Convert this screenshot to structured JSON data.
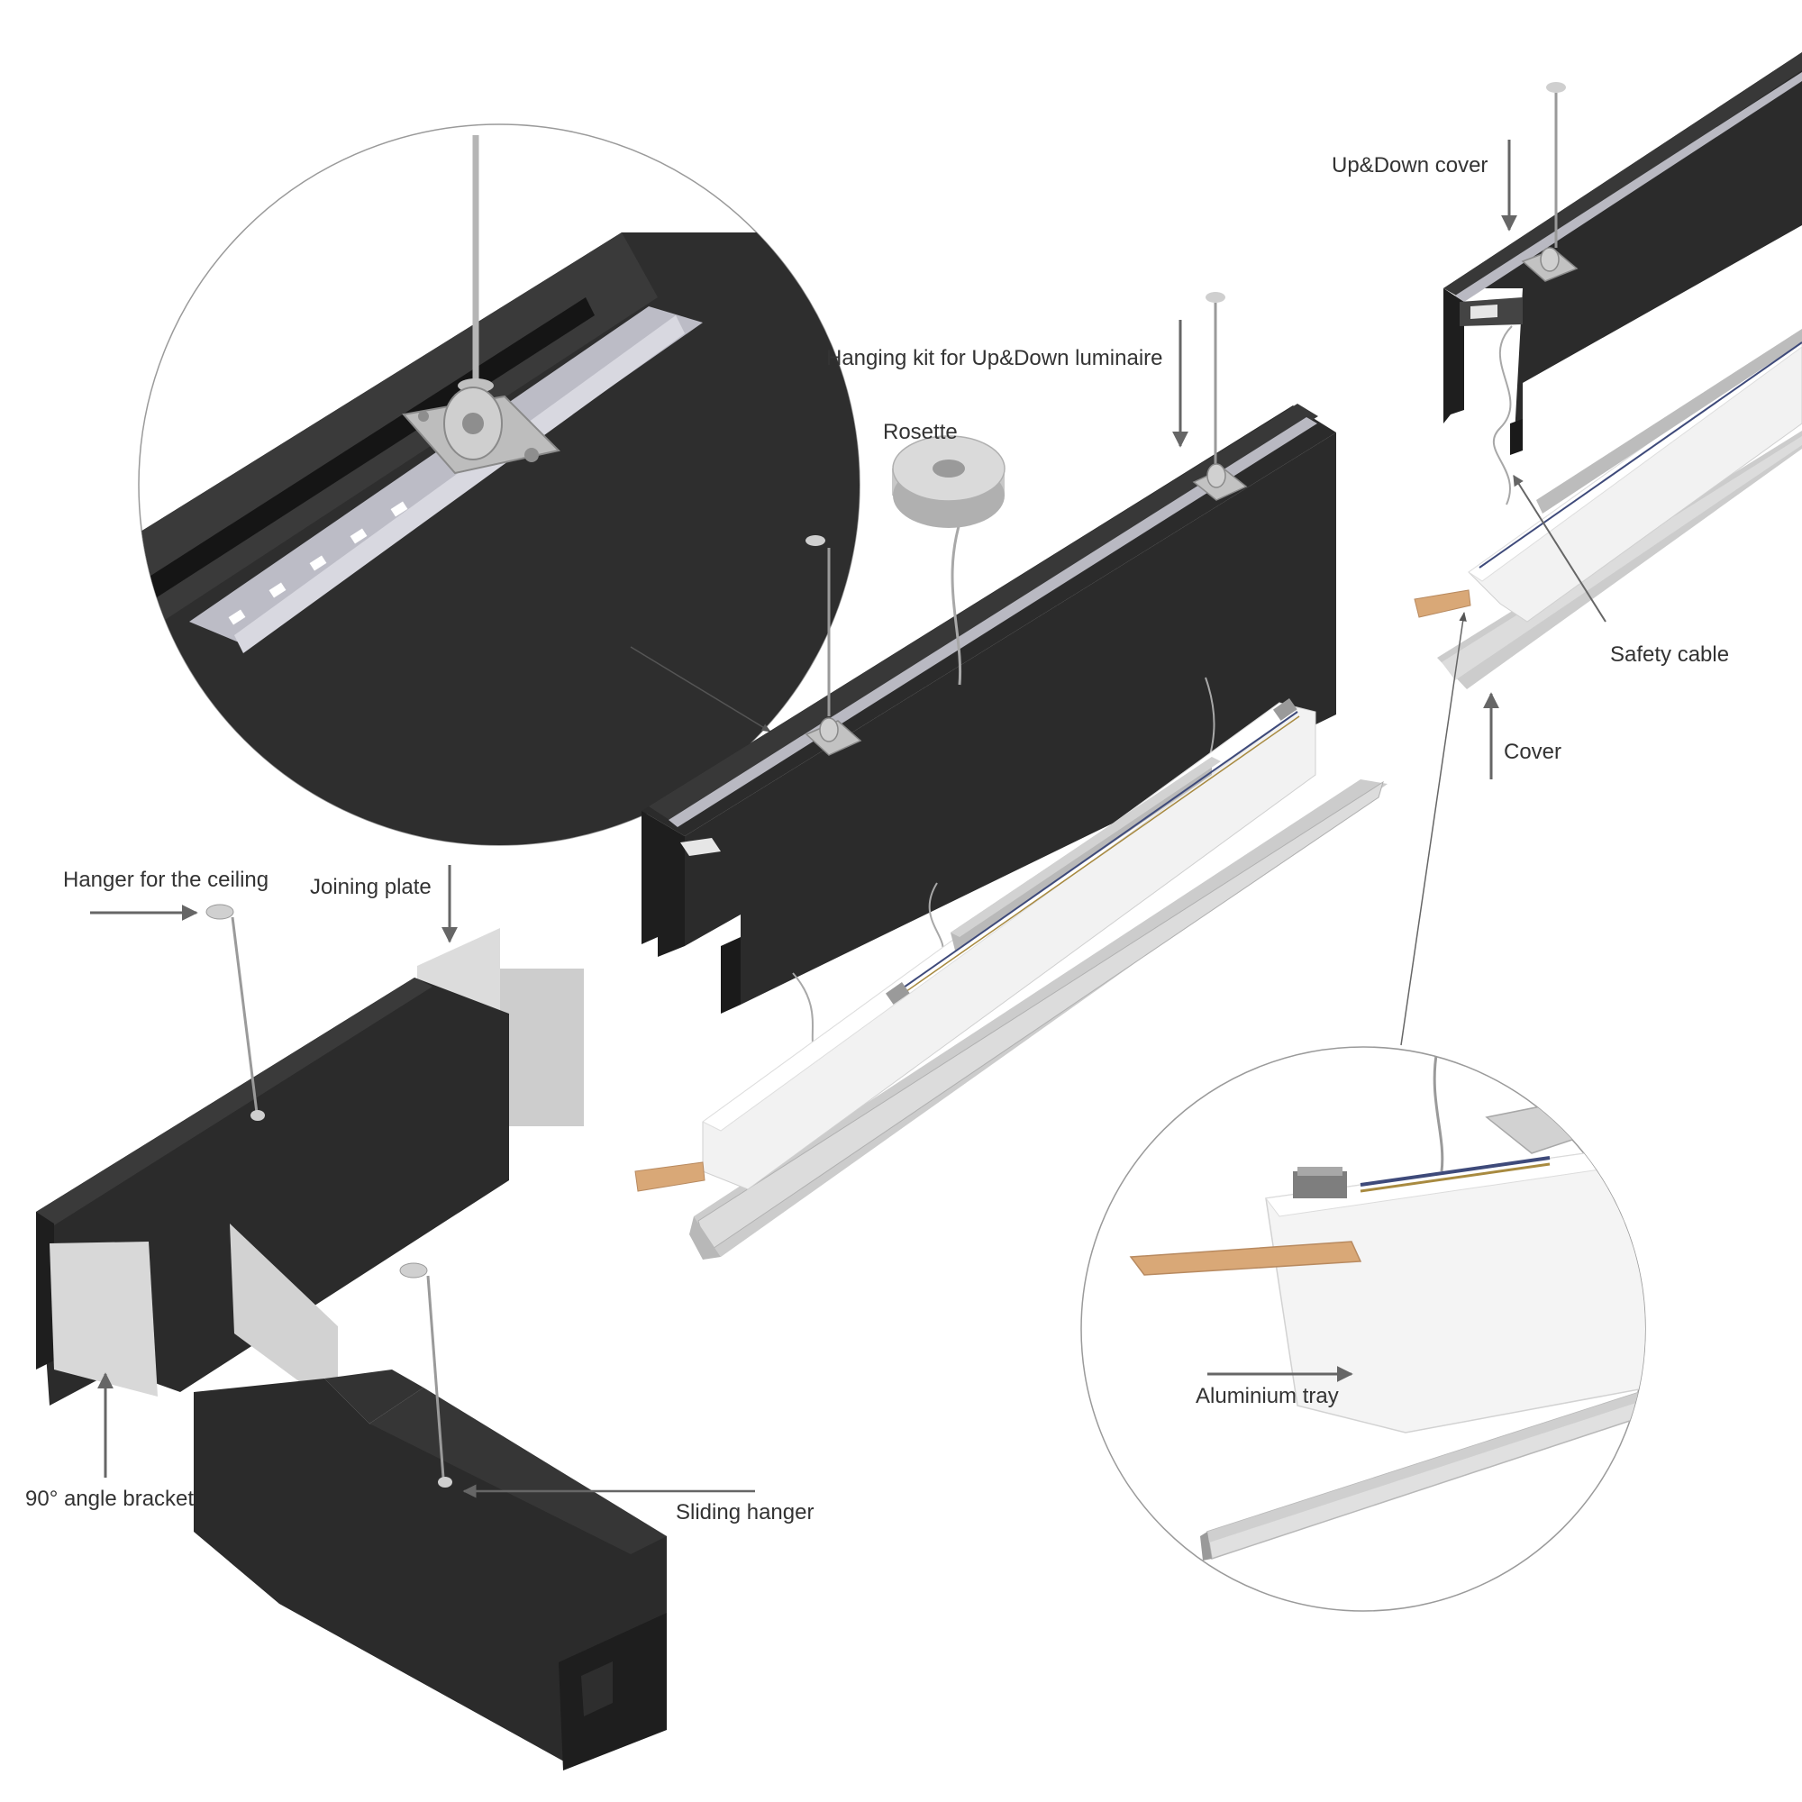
{
  "labels": {
    "updown_cover": "Up&Down cover",
    "hanging_kit": "Hanging kit for Up&Down luminaire",
    "rosette": "Rosette",
    "safety_cable": "Safety cable",
    "cover": "Cover",
    "hanger_ceiling": "Hanger for the ceiling",
    "joining_plate": "Joining plate",
    "angle_bracket": "90° angle bracket",
    "sliding_hanger": "Sliding hanger",
    "aluminium_tray": "Aluminium tray"
  },
  "colors": {
    "profile_black": "#2b2b2b",
    "profile_dark_side": "#1e1e1e",
    "diffuser": "#b9b9c2",
    "tray_white": "#f2f2f2",
    "cover_grey": "#d6d6d6",
    "plate_grey": "#d9d9d9",
    "copper": "#d9a877",
    "arrow": "#666666",
    "text": "#333333"
  }
}
